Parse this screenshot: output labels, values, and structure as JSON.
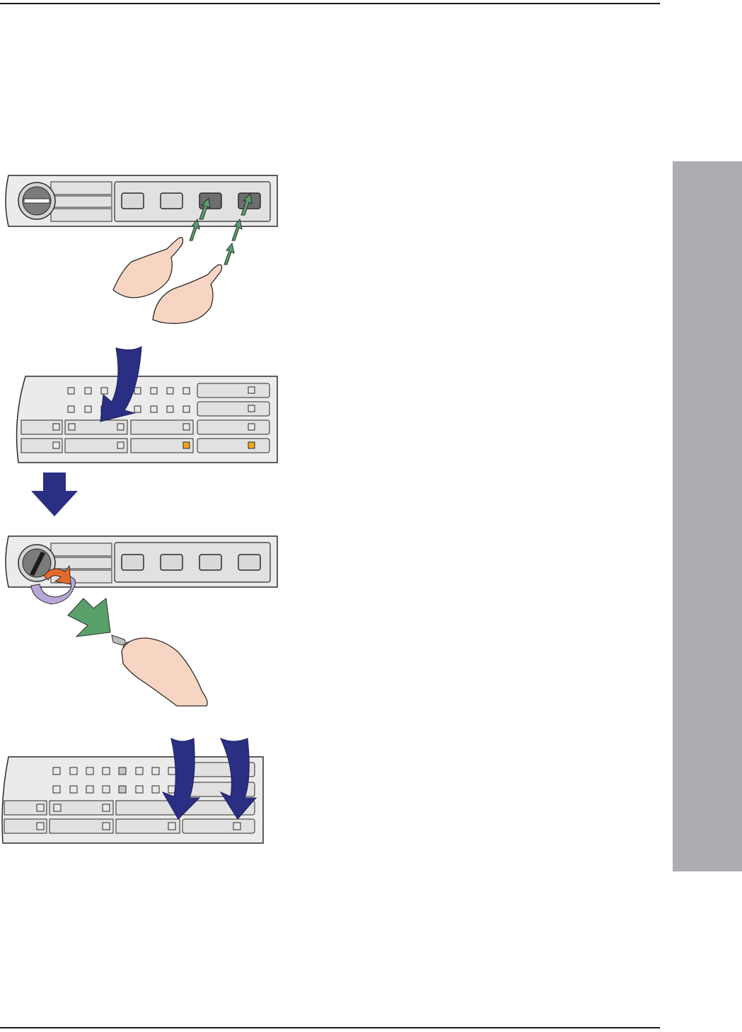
{
  "page": {
    "side_tab_color": "#acadb0",
    "colors": {
      "panel_fill": "#ebebeb",
      "panel_inner": "#e1e1e1",
      "outline": "#2b2b2b",
      "navy_arrow": "#2b2f83",
      "green_arrow": "#5aa06b",
      "skin": "#f8d5c2",
      "led_amber": "#f3a51c",
      "rotate_orange": "#e56a2a",
      "rotate_lilac": "#b7a7d9"
    }
  },
  "figures": [
    {
      "id": "fig1",
      "caption": "",
      "icons": [
        "keylock-icon",
        "button-icon",
        "hand-pointing-icon",
        "press-arrow-icon"
      ]
    },
    {
      "id": "fig2",
      "caption": "",
      "icons": [
        "led-indicator-icon",
        "curved-arrow-down-icon"
      ],
      "amber_leds": 2
    },
    {
      "id": "fig3",
      "caption": "",
      "icons": [
        "down-arrow-icon"
      ]
    },
    {
      "id": "fig4",
      "caption": "",
      "icons": [
        "keylock-icon",
        "rotate-arrow-icon",
        "key-icon",
        "hand-holding-key-icon"
      ]
    },
    {
      "id": "fig5",
      "caption": "",
      "icons": [
        "led-indicator-icon",
        "curved-arrow-down-icon"
      ]
    }
  ]
}
